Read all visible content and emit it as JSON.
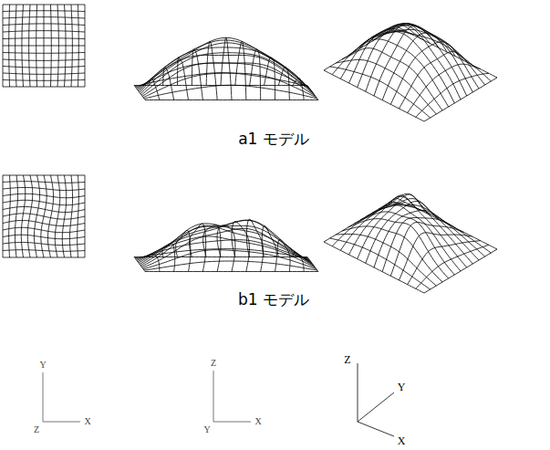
{
  "diagram": {
    "labels": [
      "a1 モデル",
      "b1 モデル",
      "Y",
      "Z",
      "X",
      "Z",
      "Y",
      "X",
      "Z",
      "Y",
      "X"
    ]
  }
}
